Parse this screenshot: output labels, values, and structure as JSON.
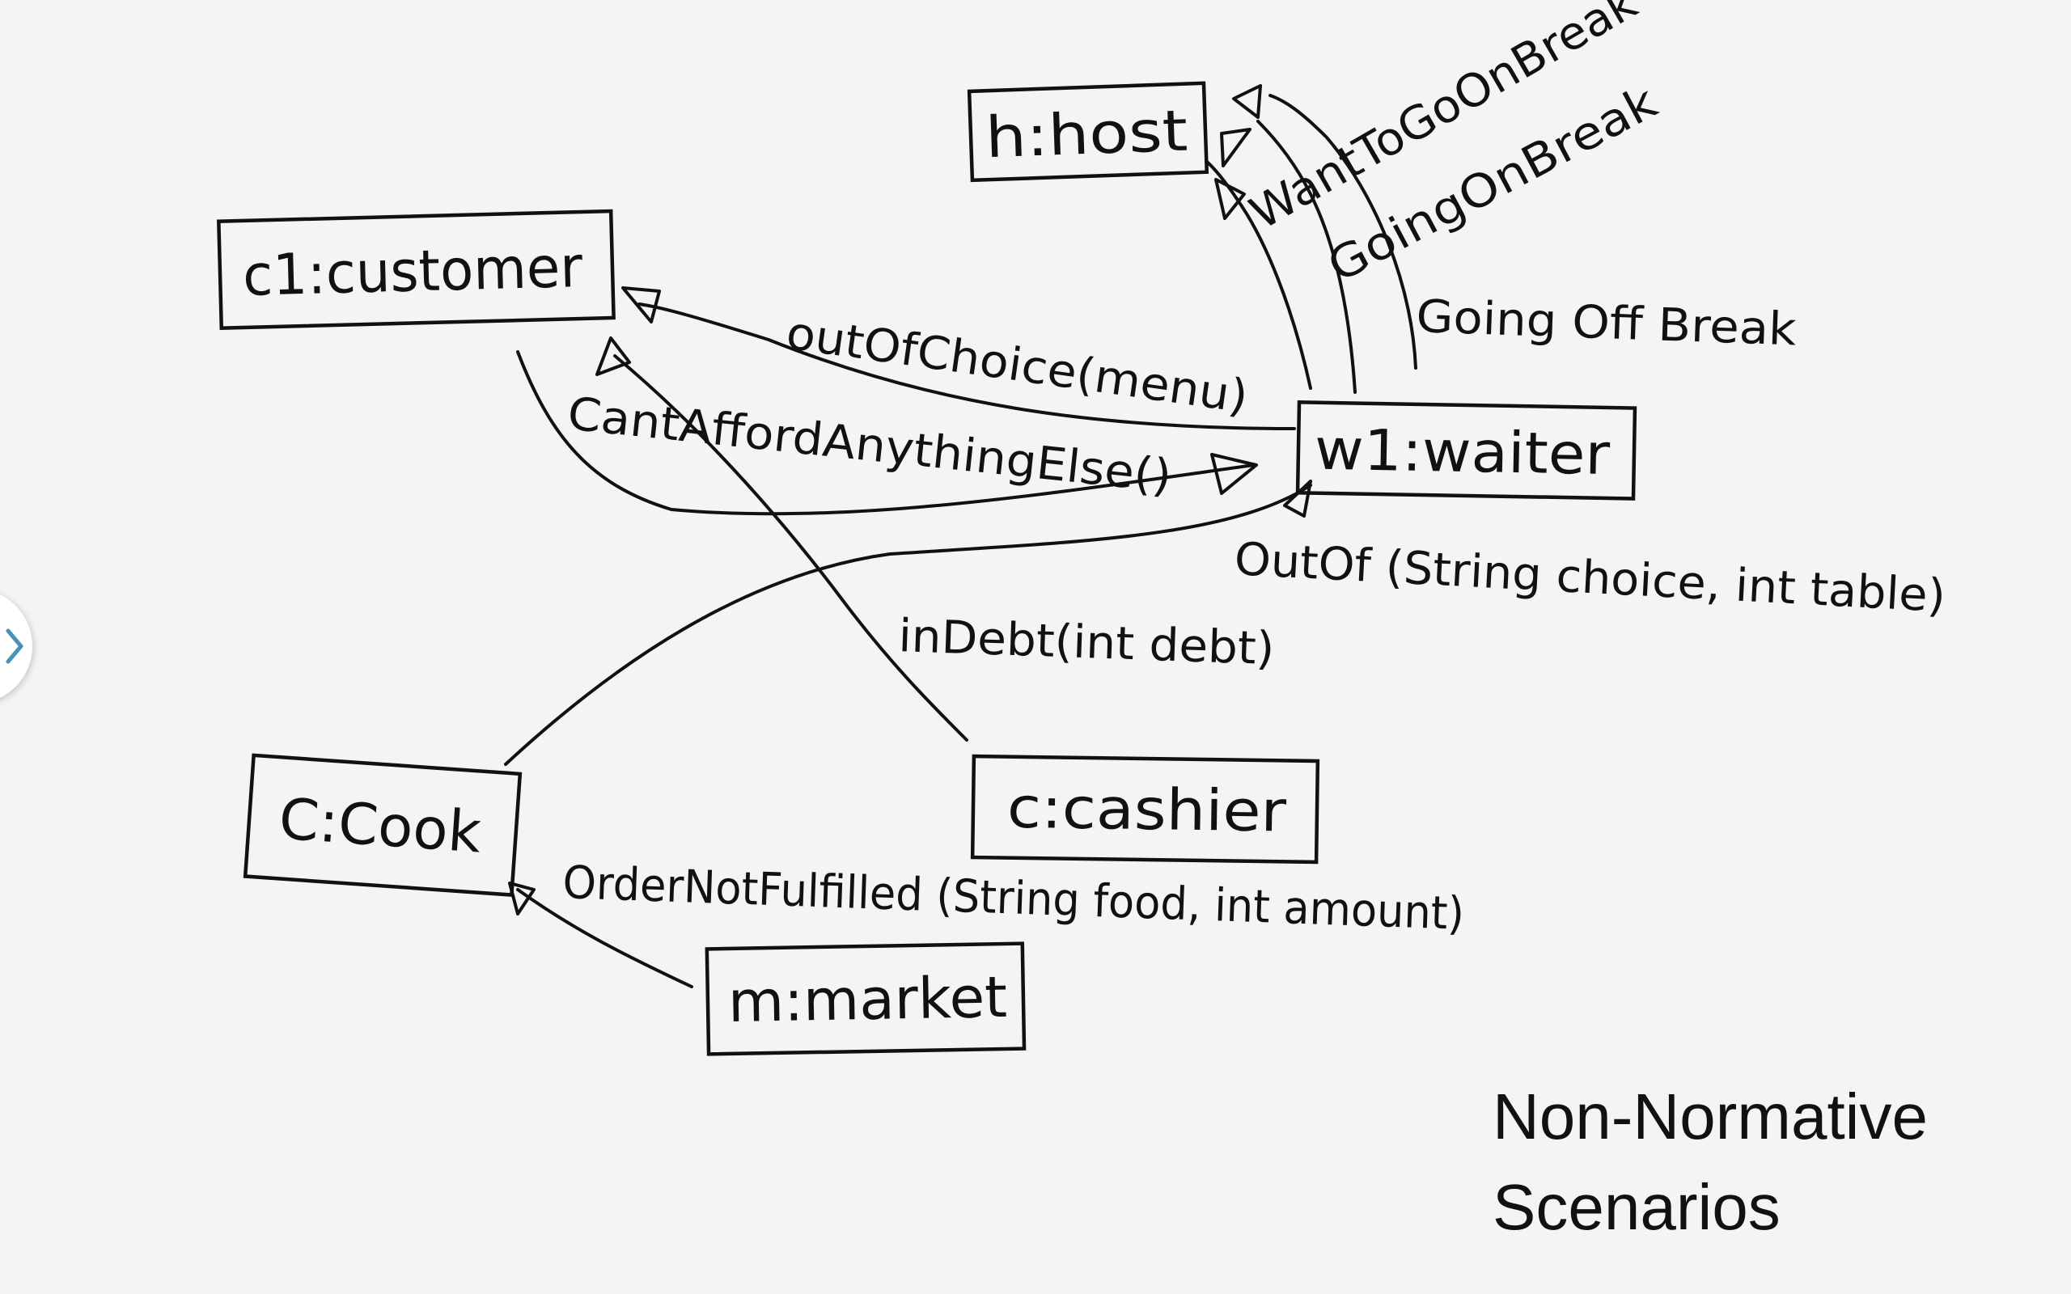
{
  "nodes": {
    "host": "h:host",
    "customer": "c1:customer",
    "waiter": "w1:waiter",
    "cook": "C:Cook",
    "cashier": "c:cashier",
    "market": "m:market"
  },
  "messages": {
    "want_to_go_on_break": "WantToGoOnBreak",
    "going_on_break": "GoingOnBreak",
    "going_off_break": "Going Off Break",
    "out_of_choice": "outOfChoice(menu)",
    "cant_afford": "CantAffordAnythingElse()",
    "out_of": "OutOf (String choice, int table)",
    "in_debt": "inDebt(int debt)",
    "order_not_fulfilled": "OrderNotFulfilled (String food, int amount)"
  },
  "caption": {
    "line1": "Non-Normative",
    "line2": "Scenarios"
  },
  "side_tab": {
    "icon": "chevron-right-icon"
  }
}
